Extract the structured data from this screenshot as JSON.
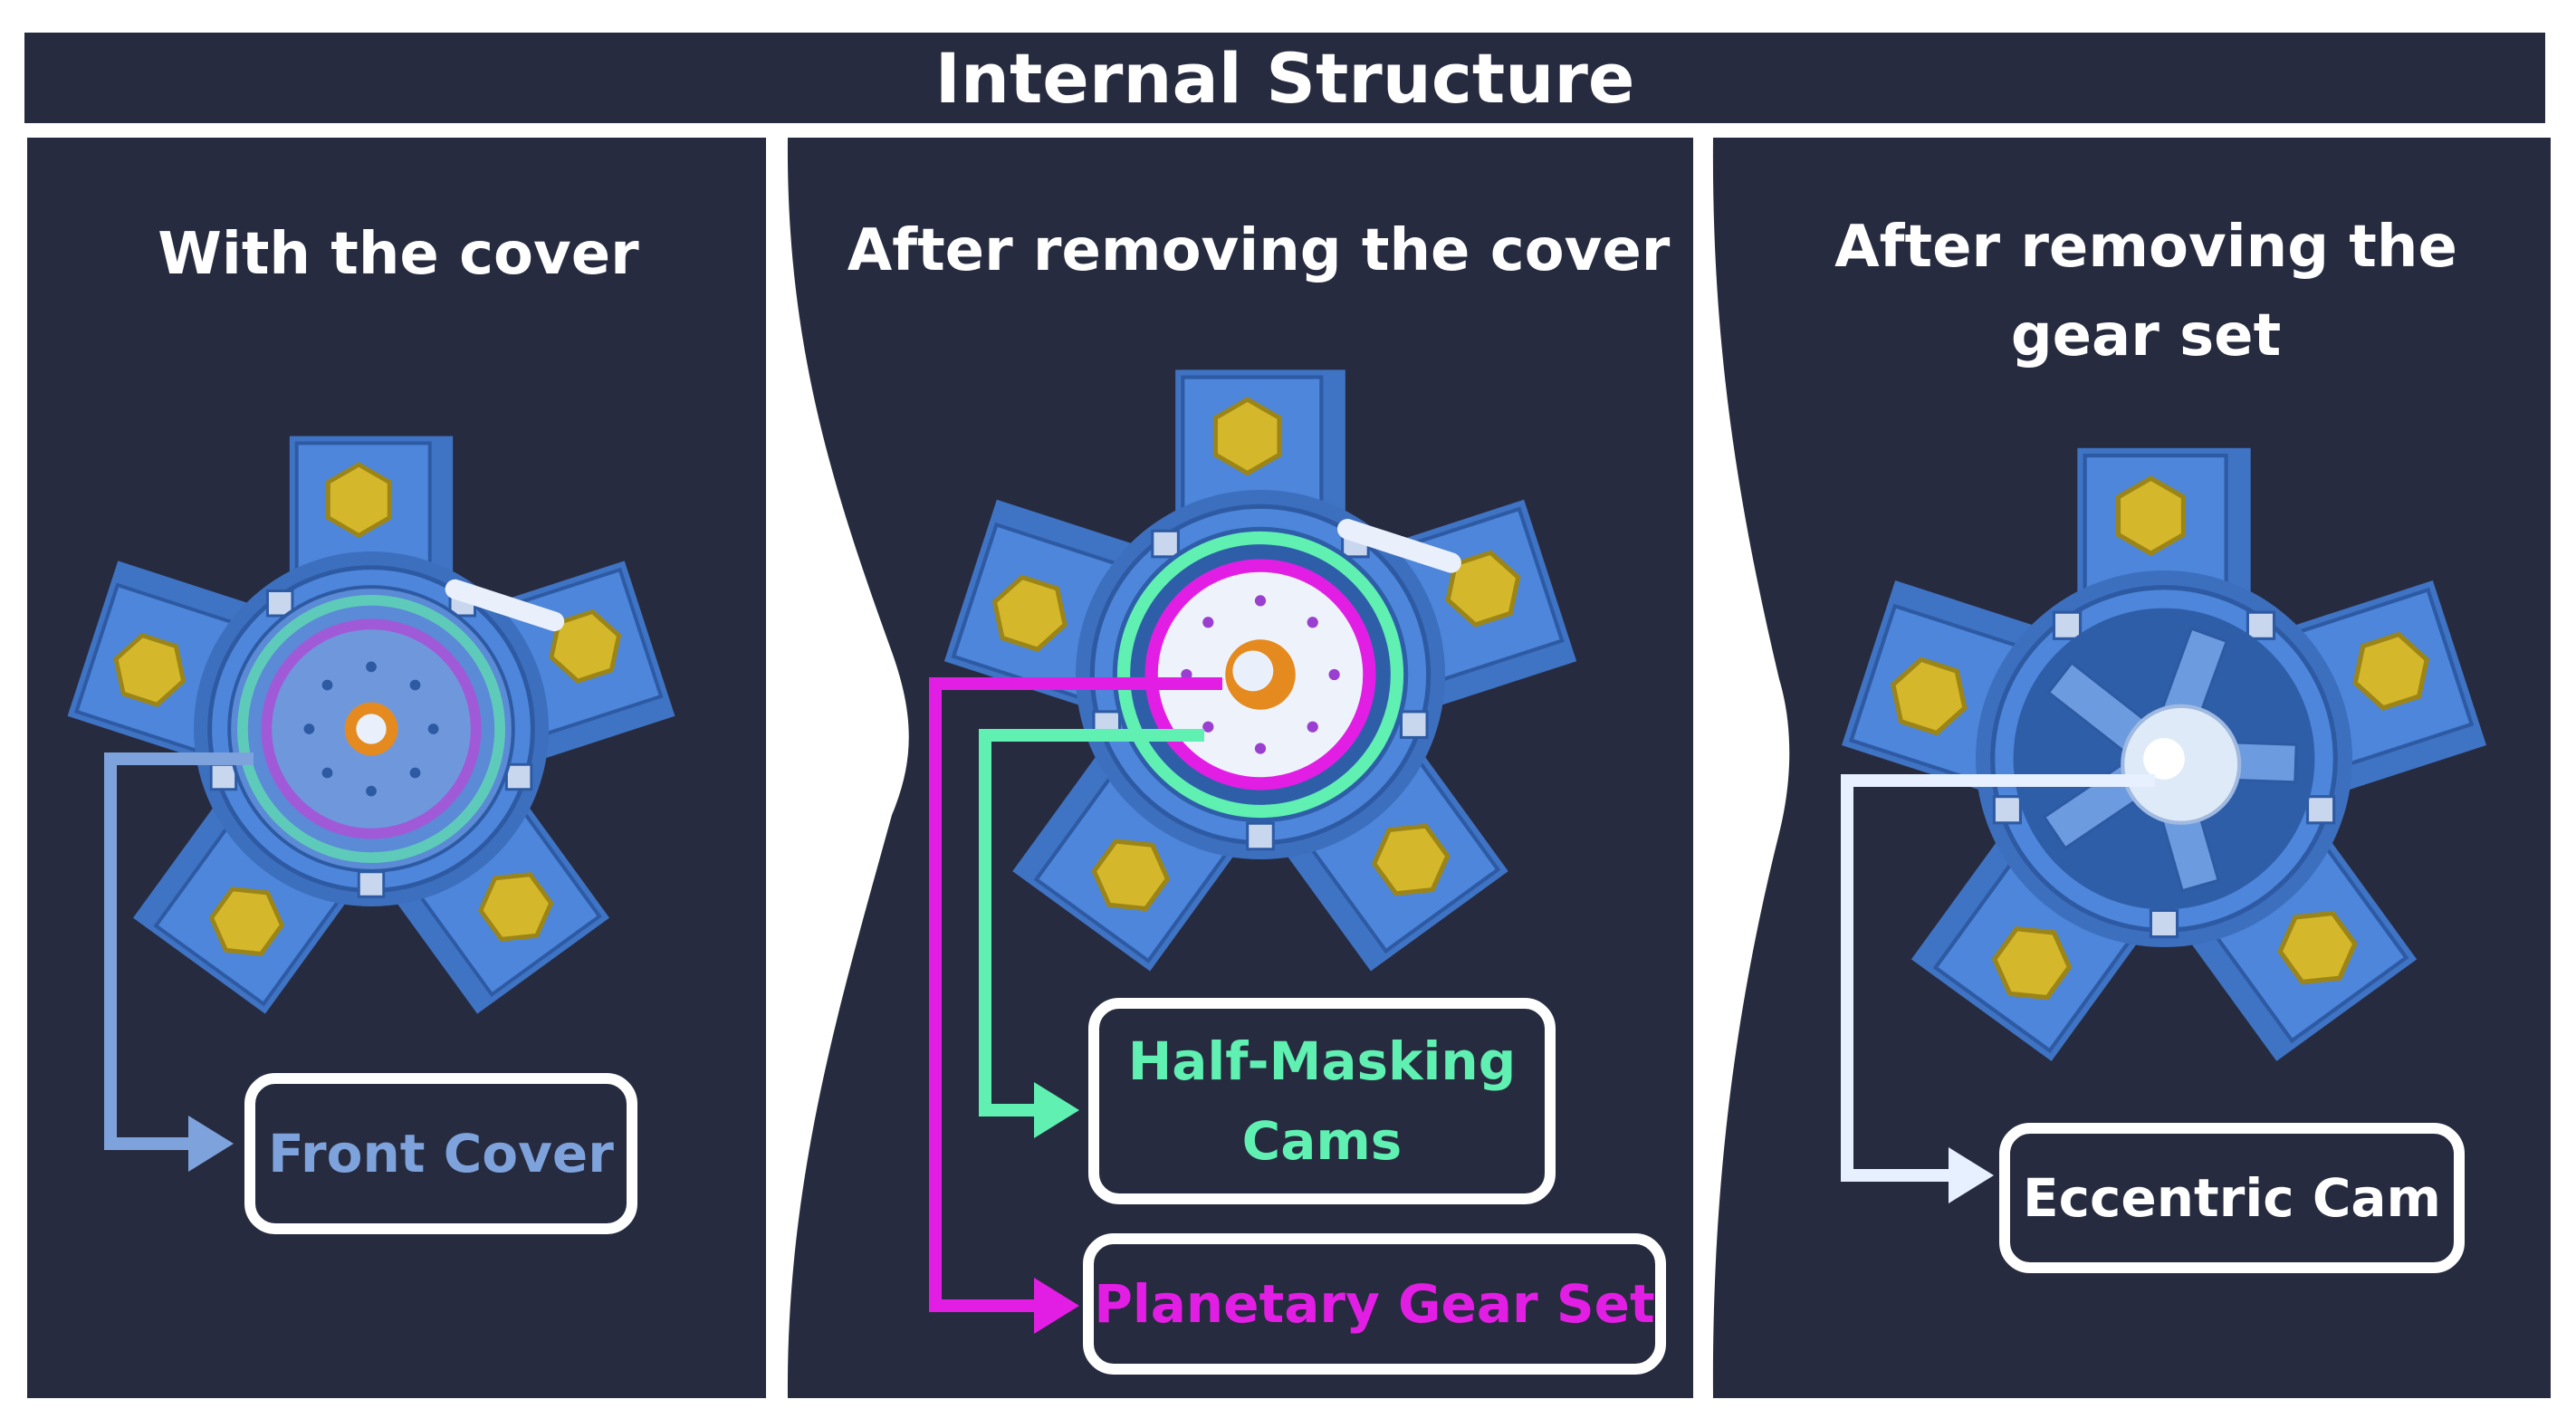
{
  "title": "Internal Structure",
  "panels": [
    {
      "title_lines": [
        "With the cover"
      ]
    },
    {
      "title_lines": [
        "After removing the cover"
      ]
    },
    {
      "title_lines": [
        "After removing the",
        "gear set"
      ]
    }
  ],
  "labels": {
    "front_cover": "Front Cover",
    "half_masking_cams_lines": [
      "Half-Masking",
      "Cams"
    ],
    "planetary_gear_set": "Planetary Gear Set",
    "eccentric_cam": "Eccentric Cam"
  },
  "colors": {
    "background": "#272b3f",
    "front_cover": "#7ea3dc",
    "half_masking_cams": "#5ff0b2",
    "planetary_gear_set": "#e21ee5",
    "eccentric_cam": "#ffffff",
    "housing": "#4d86da",
    "bolt": "#d4b72a"
  }
}
